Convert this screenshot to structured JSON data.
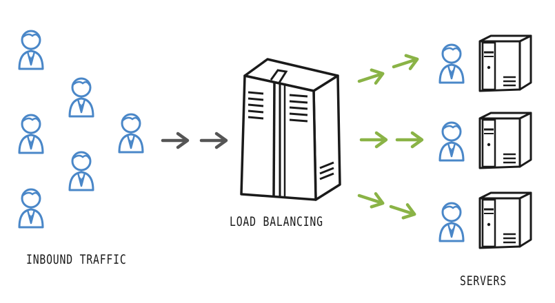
{
  "labels": {
    "inbound": "INBOUND TRAFFIC",
    "balancer": "LOAD BALANCING",
    "servers": "SERVERS"
  },
  "colors": {
    "user_blue": "#4a87c8",
    "arrow_gray": "#555555",
    "arrow_green": "#8ab346",
    "ink": "#1a1a1a"
  },
  "icons": {
    "user": "user-icon",
    "arrow": "arrow-icon",
    "load_balancer": "load-balancer-icon",
    "server": "server-icon"
  }
}
